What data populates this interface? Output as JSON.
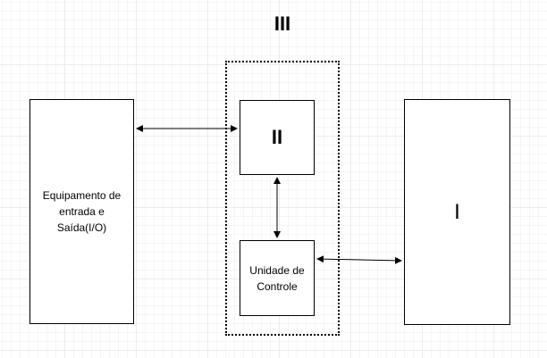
{
  "diagram": {
    "group_label": "III",
    "io_box": {
      "label_line1": "Equipamento de",
      "label_line2": "entrada e",
      "label_line3": "Saída(I/O)"
    },
    "box_ii": {
      "label": "II"
    },
    "control_unit": {
      "label_line1": "Unidade de",
      "label_line2": "Controle"
    },
    "box_i": {
      "label": "I"
    }
  }
}
